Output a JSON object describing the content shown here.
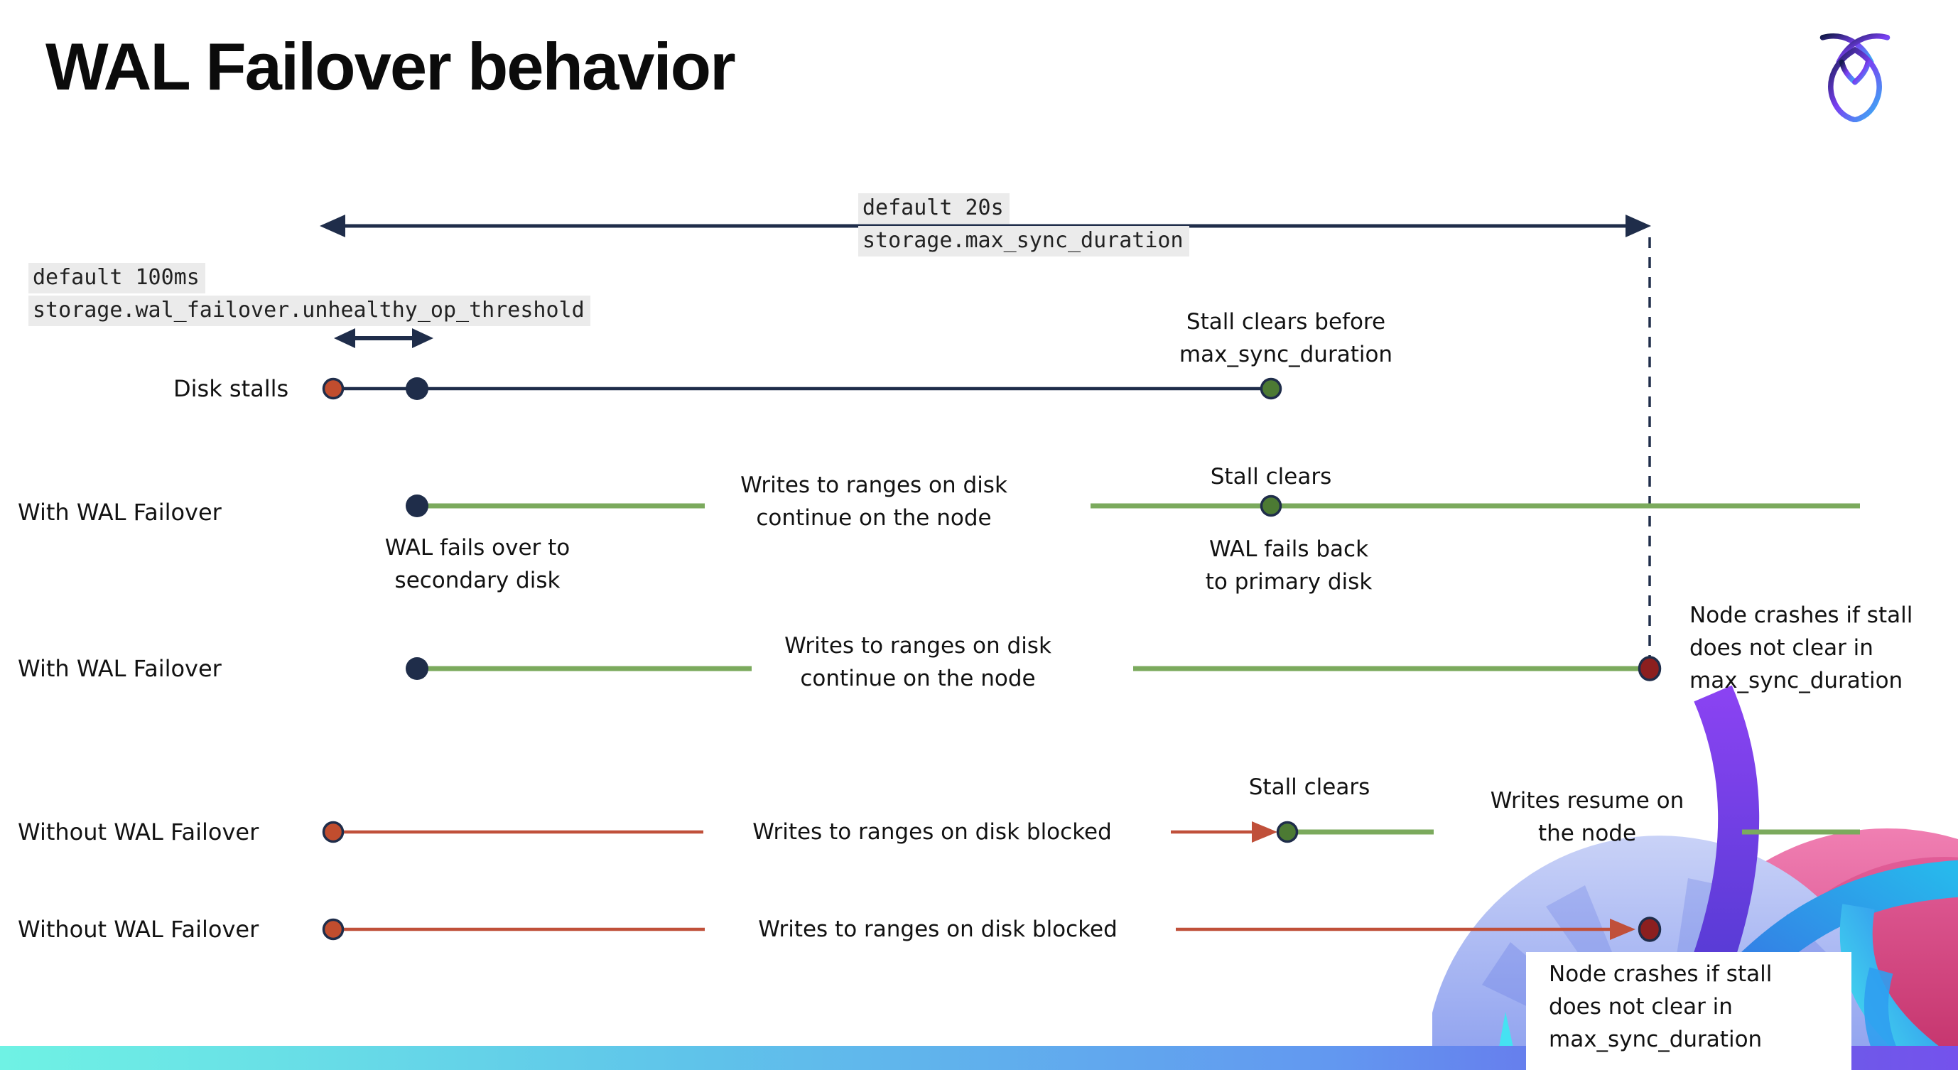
{
  "page": {
    "title": "WAL Failover behavior"
  },
  "logo": {
    "name": "CockroachDB cockroach mark"
  },
  "settings": {
    "max_sync_duration": {
      "default": "default 20s",
      "setting": "storage.max_sync_duration"
    },
    "unhealthy_op_threshold": {
      "default": "default 100ms",
      "setting": "storage.wal_failover.unhealthy_op_threshold"
    }
  },
  "rows": [
    {
      "label": "Disk stalls"
    },
    {
      "label": "With WAL Failover"
    },
    {
      "label": "With WAL Failover"
    },
    {
      "label": "Without WAL Failover"
    },
    {
      "label": "Without WAL Failover"
    }
  ],
  "annotations": {
    "stall_clears_before": "Stall clears before\nmax_sync_duration",
    "wal_fails_over": "WAL fails over to\nsecondary disk",
    "writes_continue_1": "Writes to ranges on disk\ncontinue on the node",
    "stall_clears_1": "Stall clears",
    "wal_fails_back": "WAL fails  back\nto primary disk",
    "writes_continue_2": "Writes to ranges on disk\ncontinue on the node",
    "node_crashes_1": "Node crashes if stall\ndoes not clear in\nmax_sync_duration",
    "writes_blocked_1": "Writes to ranges on disk  blocked",
    "stall_clears_2": "Stall clears",
    "writes_resume": "Writes resume on\nthe node",
    "writes_blocked_2": "Writes to ranges on disk  blocked",
    "node_crashes_2": "Node crashes if stall\ndoes not clear in\nmax_sync_duration"
  },
  "theme": {
    "colors": {
      "navy": "#1F2D4A",
      "green-line": "#7BAA5D",
      "green-dot": "#4C7A33",
      "red-line": "#C0503A",
      "red-dot": "#C14D2E",
      "dark-red-dot": "#8C1F1F",
      "code-bg": "#EBEBEB",
      "bar-1": "#6FF2E4",
      "bar-2": "#5FC4EA",
      "bar-3": "#6298F0",
      "bar-4": "#6C5BE9"
    }
  }
}
